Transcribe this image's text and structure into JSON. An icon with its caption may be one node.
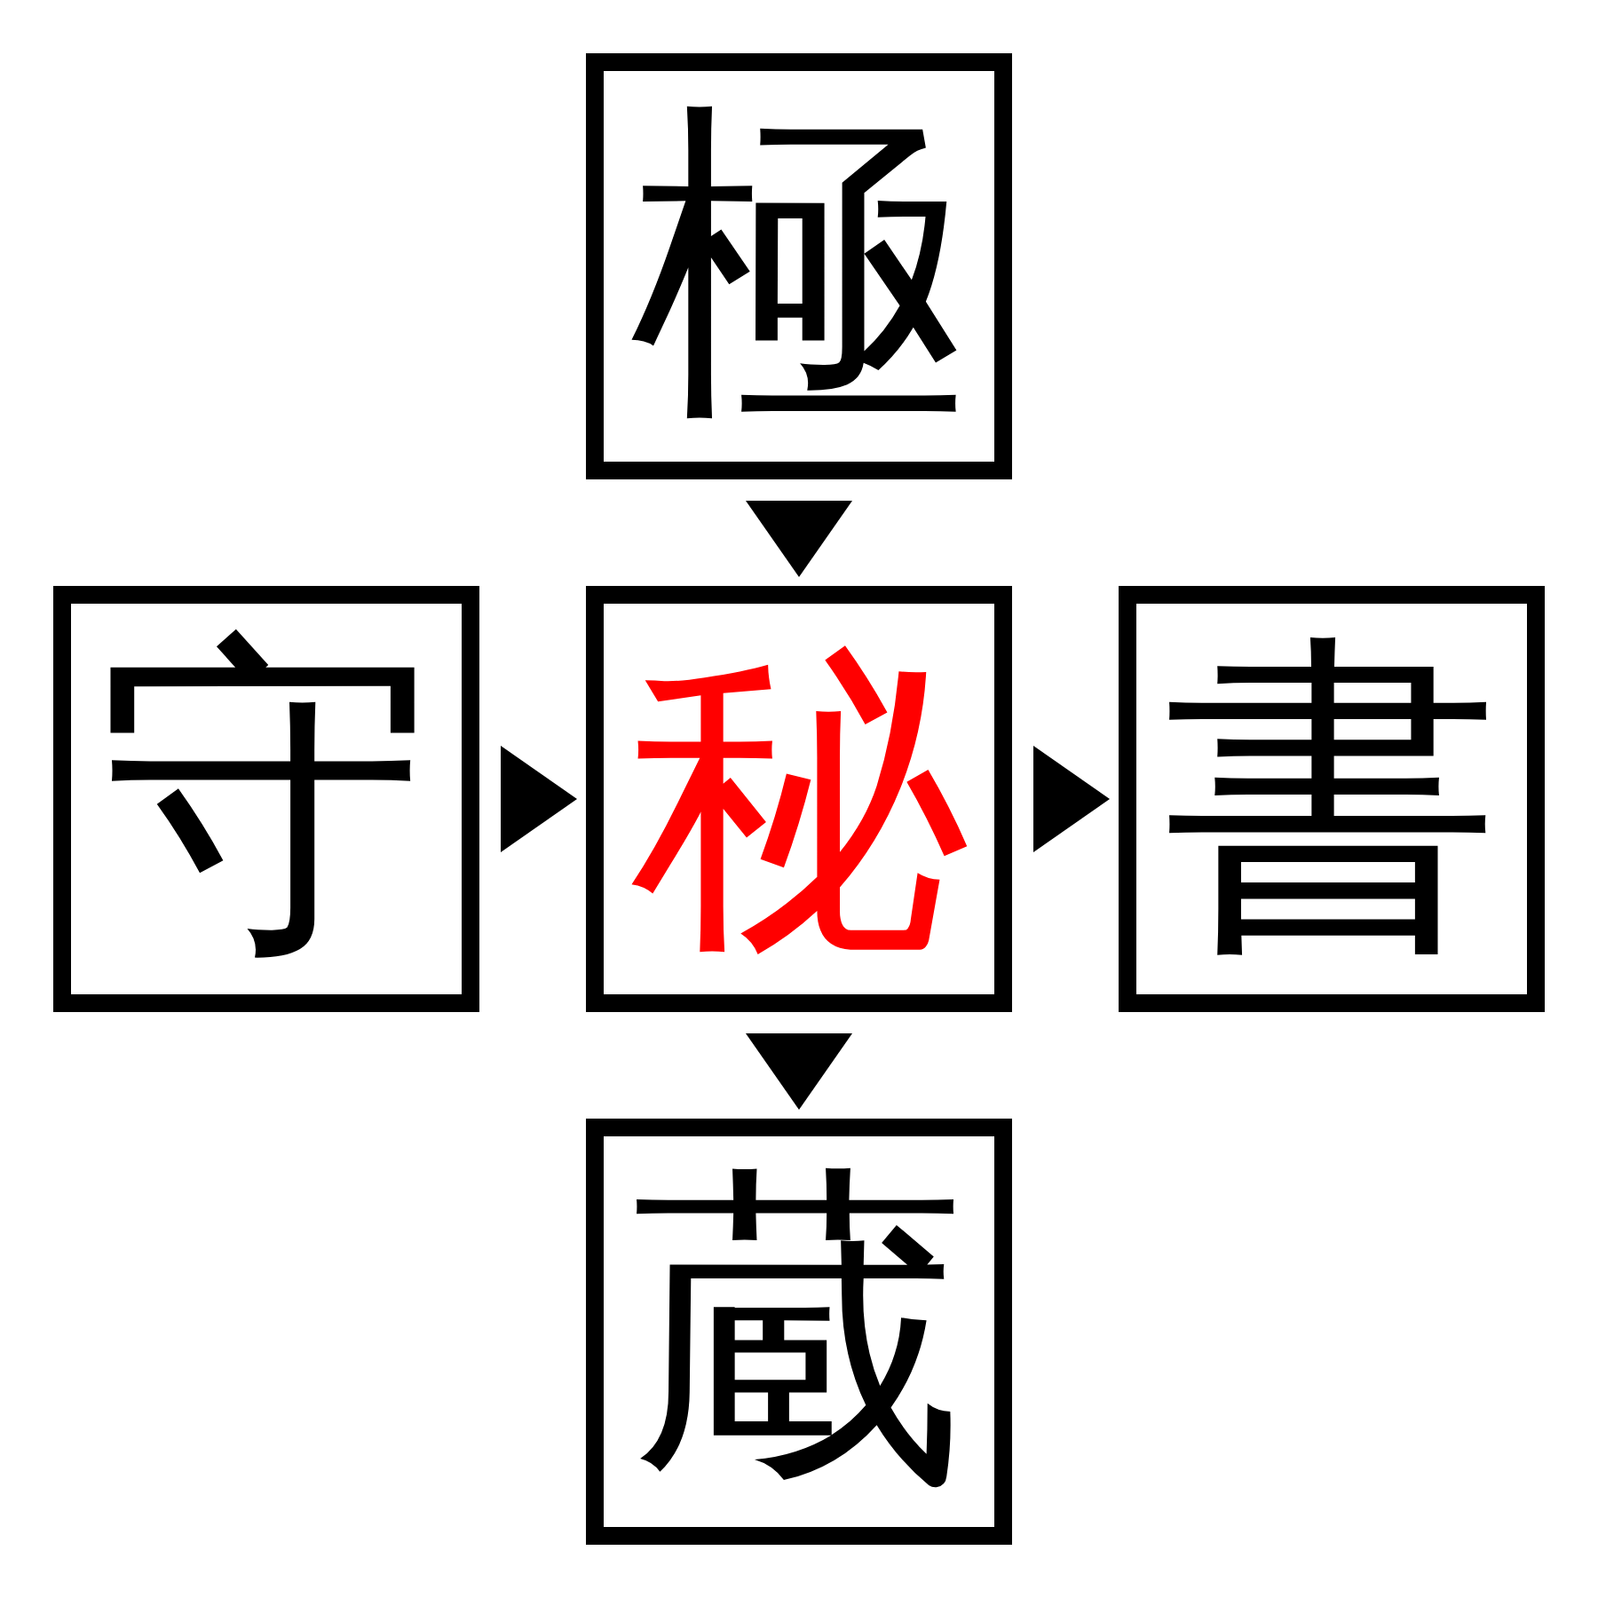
{
  "diagram": {
    "nodes": [
      {
        "text": [
          "極"
        ]
      },
      {
        "text": [
          "守"
        ]
      },
      {
        "text": [
          "秘"
        ]
      },
      {
        "text": [
          "書"
        ]
      },
      {
        "text": [
          "蔵"
        ]
      }
    ],
    "edges": [
      {
        "from": 0,
        "to": 2,
        "arrow": "to"
      },
      {
        "from": 1,
        "to": 2,
        "arrow": "to"
      },
      {
        "from": 2,
        "to": 3,
        "arrow": "to"
      },
      {
        "from": 2,
        "to": 4,
        "arrow": "to"
      }
    ]
  }
}
